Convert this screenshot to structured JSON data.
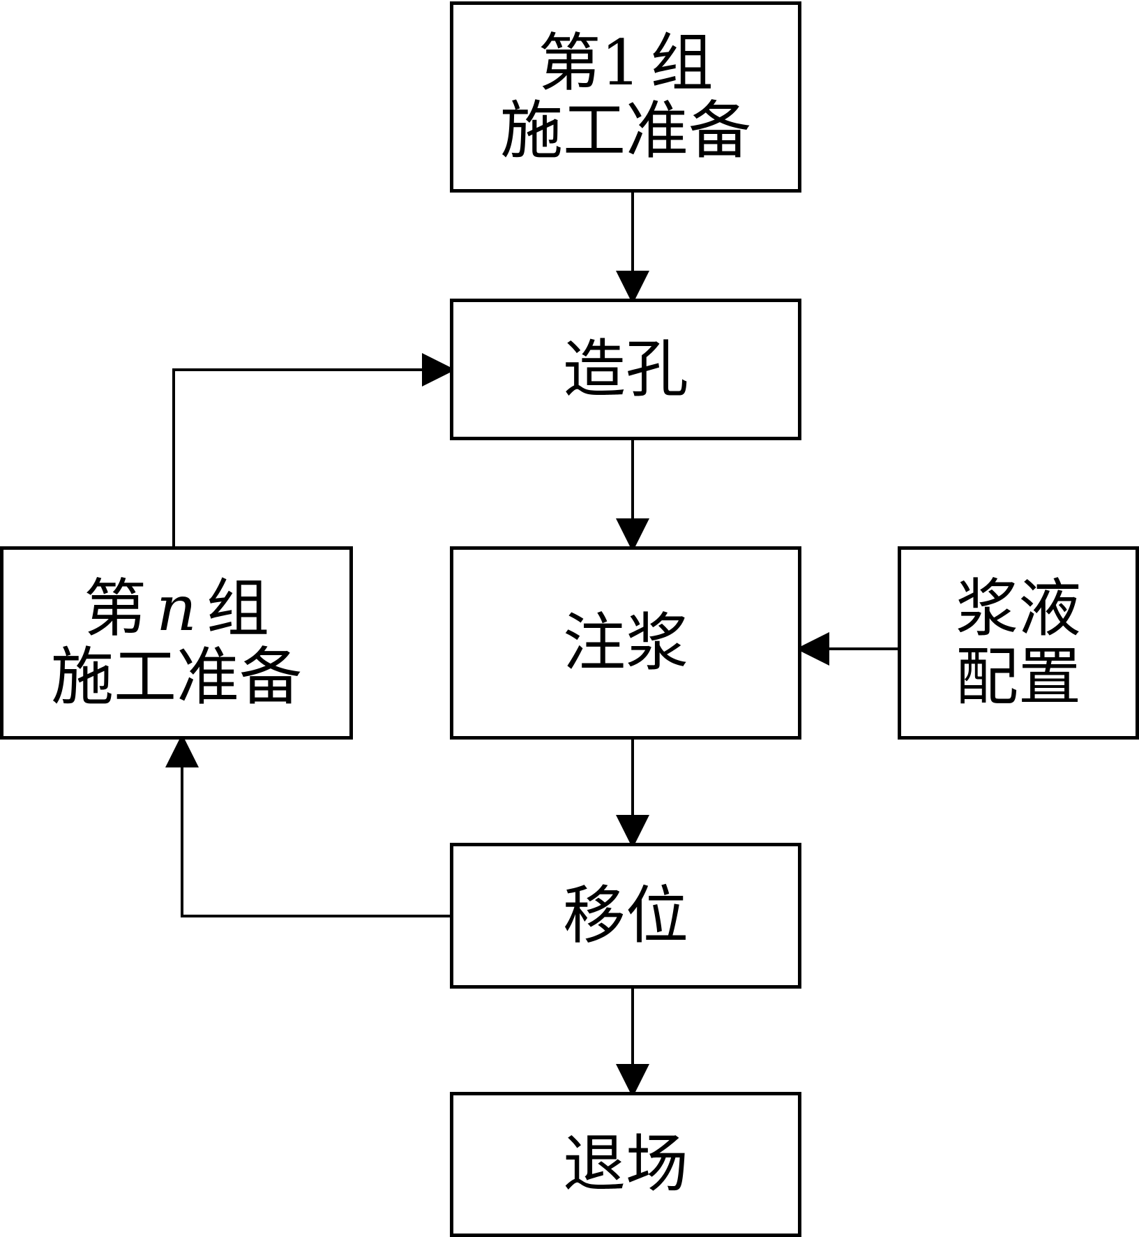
{
  "diagram": {
    "nodes": {
      "group1": {
        "line1_prefix": "第",
        "line1_number": "1",
        "line1_suffix": "组",
        "line2": "施工准备"
      },
      "drilling": {
        "label": "造孔"
      },
      "grouting": {
        "label": "注浆"
      },
      "move": {
        "label": "移位"
      },
      "exit": {
        "label": "退场"
      },
      "groupn": {
        "line1_prefix": "第",
        "line1_var": "n",
        "line1_suffix": "组",
        "line2": "施工准备"
      },
      "slurry": {
        "line1": "浆液",
        "line2": "配置"
      }
    },
    "edges": [
      {
        "from": "group1",
        "to": "drilling"
      },
      {
        "from": "drilling",
        "to": "grouting"
      },
      {
        "from": "slurry",
        "to": "grouting"
      },
      {
        "from": "grouting",
        "to": "move"
      },
      {
        "from": "move",
        "to": "exit"
      },
      {
        "from": "move",
        "to": "groupn"
      },
      {
        "from": "groupn",
        "to": "drilling"
      }
    ],
    "colors": {
      "stroke": "#000000",
      "background": "#ffffff"
    }
  }
}
